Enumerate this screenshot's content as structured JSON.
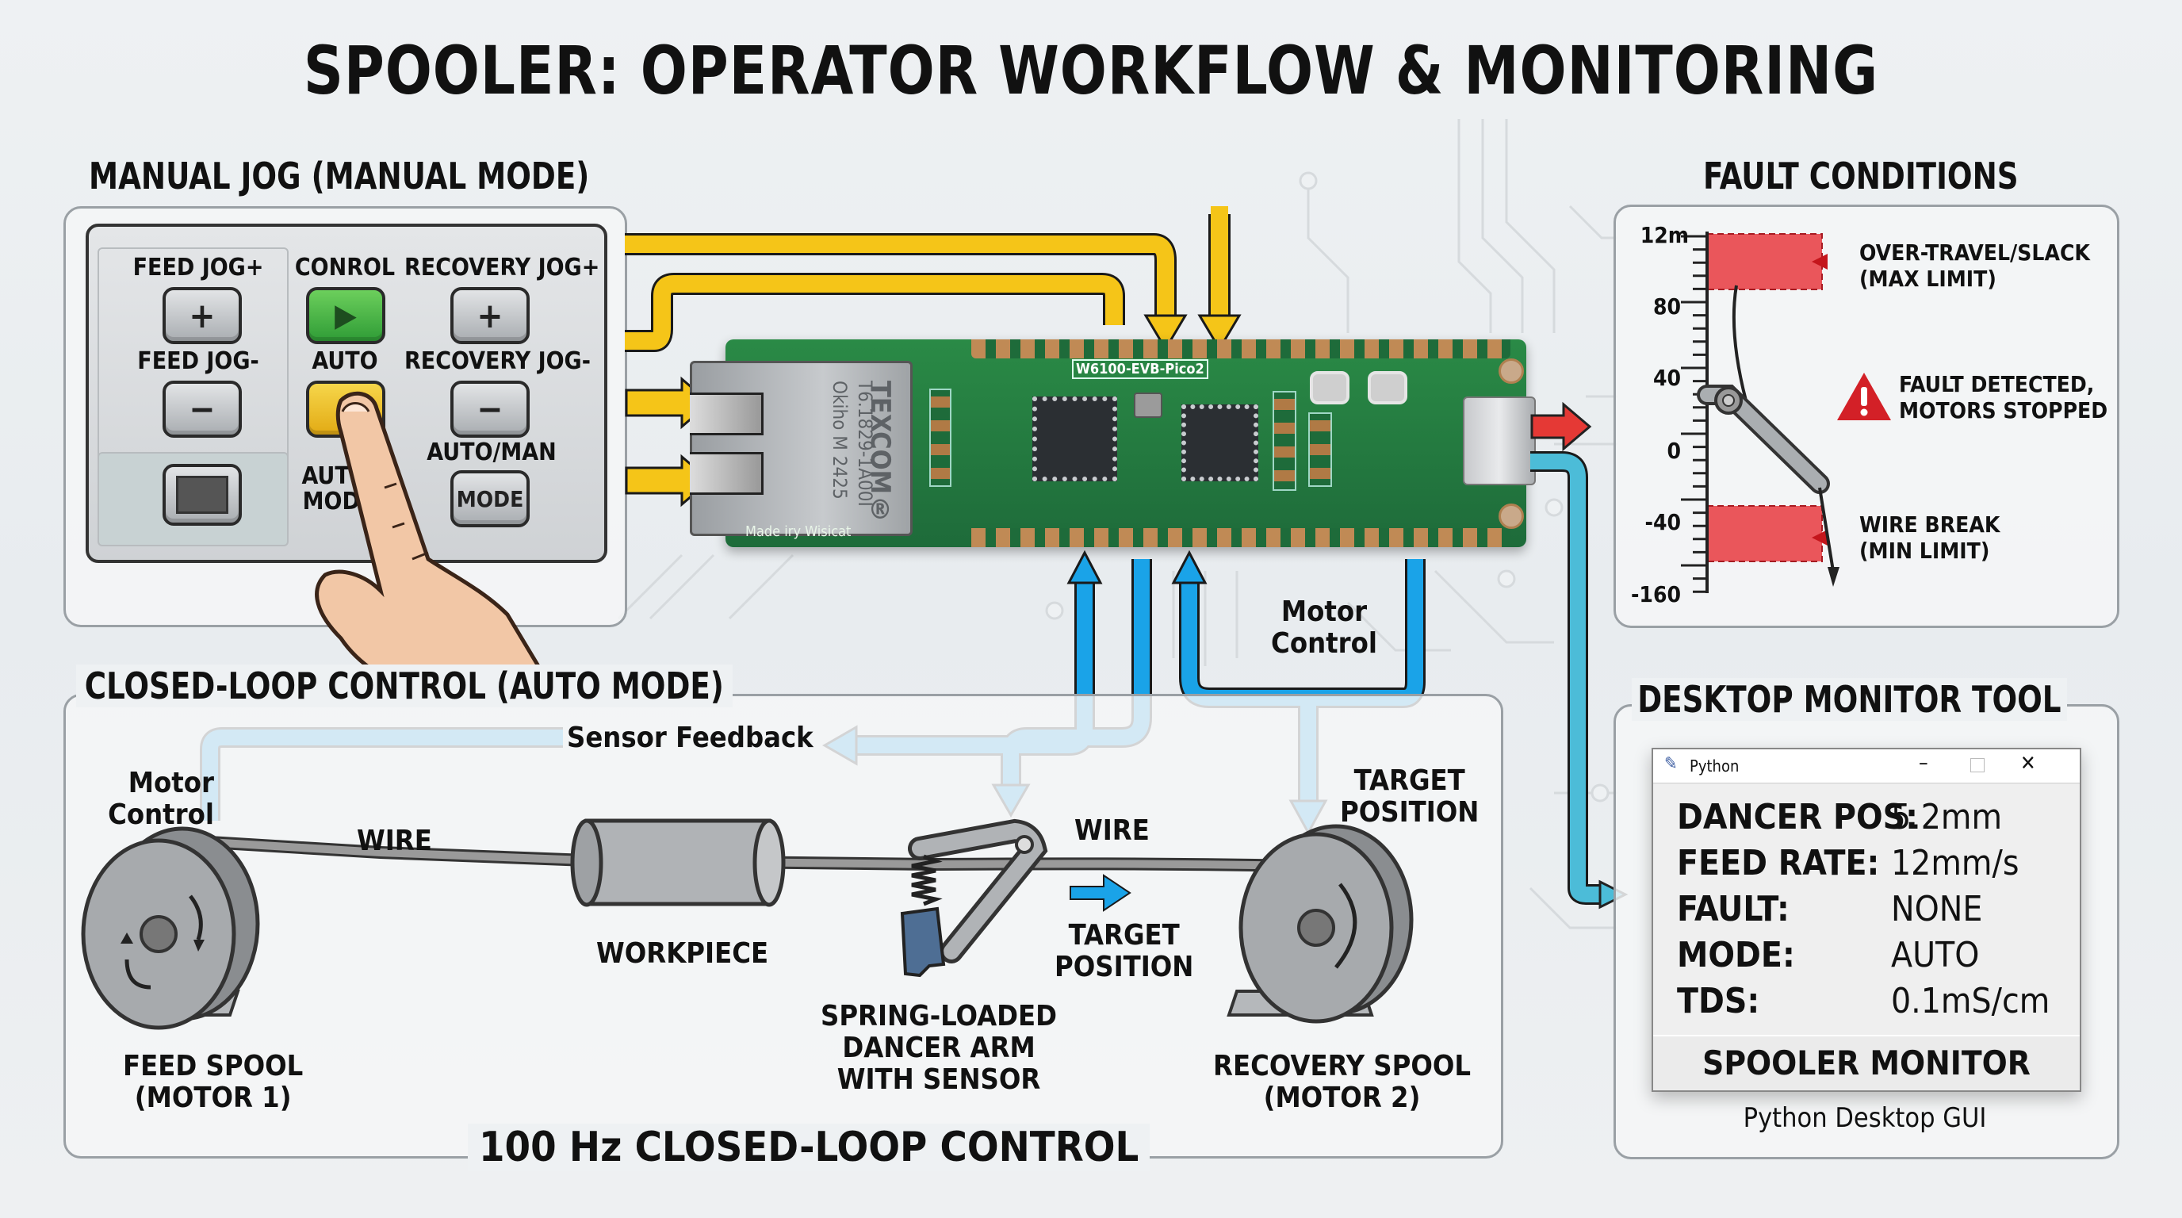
{
  "title": "SPOOLER: OPERATOR WORKFLOW & MONITORING",
  "manual_jog": {
    "heading": "MANUAL JOG (MANUAL MODE)",
    "buttons": [
      {
        "label": "FEED JOG+",
        "glyph": "+",
        "icon": "plus-icon"
      },
      {
        "label": "CONROL",
        "glyph": "▶",
        "icon": "play-icon"
      },
      {
        "label": "RECOVERY JOG+",
        "glyph": "+",
        "icon": "plus-icon"
      },
      {
        "label": "FEED JOG-",
        "glyph": "−",
        "icon": "minus-icon"
      },
      {
        "label": "AUTO",
        "glyph": "",
        "icon": "auto-button"
      },
      {
        "label": "RECOVERY JOG-",
        "glyph": "−",
        "icon": "minus-icon"
      },
      {
        "label": "",
        "glyph": "",
        "icon": "stop-button"
      },
      {
        "label": "AUTO/\nMODE",
        "glyph": "",
        "icon": ""
      },
      {
        "label": "AUTO/MAN",
        "glyph": "MODE",
        "icon": "mode-button"
      }
    ]
  },
  "board": {
    "name": "W6100-EVB-Pico2",
    "jack_brand": "TEXCOM®",
    "jack_line1": "T6.1829-1A00I",
    "jack_line2": "Okiho M 2425",
    "silkscreen": "Made iry Wisicat"
  },
  "fault": {
    "heading": "FAULT CONDITIONS",
    "axis_ticks": [
      "12m",
      "80",
      "40",
      "0",
      "-40",
      "-160"
    ],
    "upper_zone": {
      "line1": "OVER-TRAVEL/SLACK",
      "line2": "(MAX LIMIT)"
    },
    "alert": {
      "line1": "FAULT DETECTED,",
      "line2": "MOTORS STOPPED"
    },
    "lower_zone": {
      "line1": "WIRE BREAK",
      "line2": "(MIN LIMIT)"
    },
    "colors": {
      "zone": "#e8393f",
      "alert": "#d32027"
    }
  },
  "closed_loop": {
    "heading": "CLOSED-LOOP CONTROL (AUTO MODE)",
    "sensor_feedback": "Sensor Feedback",
    "motor_control_left": {
      "line1": "Motor",
      "line2": "Control"
    },
    "motor_control_top": {
      "line1": "Motor",
      "line2": "Control"
    },
    "wire_left": "WIRE",
    "wire_right": "WIRE",
    "workpiece": "WORKPIECE",
    "dancer": {
      "line1": "SPRING-LOADED",
      "line2": "DANCER ARM",
      "line3": "WITH SENSOR"
    },
    "target_mid": {
      "line1": "TARGET",
      "line2": "POSITION"
    },
    "target_right": {
      "line1": "TARGET",
      "line2": "POSITION"
    },
    "feed_spool": {
      "line1": "FEED SPOOL",
      "line2": "(MOTOR 1)"
    },
    "recovery_spool": {
      "line1": "RECOVERY SPOOL",
      "line2": "(MOTOR 2)"
    },
    "footer": "100 Hz CLOSED-LOOP CONTROL"
  },
  "monitor": {
    "heading": "DESKTOP MONITOR TOOL",
    "window_title": "Python",
    "rows": [
      {
        "label": "DANCER POS:",
        "value": "5.2mm"
      },
      {
        "label": "FEED RATE:",
        "value": "12mm/s"
      },
      {
        "label": "FAULT:",
        "value": "NONE"
      },
      {
        "label": "MODE:",
        "value": "AUTO"
      },
      {
        "label": "TDS:",
        "value": "0.1mS/cm"
      }
    ],
    "footer_button": "SPOOLER MONITOR",
    "caption": "Python Desktop GUI"
  },
  "colors": {
    "yellow": "#f5c518",
    "blue": "#1aa3e8",
    "teal": "#4cbcd8",
    "red": "#e53935",
    "pcb": "#1e6b3a"
  }
}
